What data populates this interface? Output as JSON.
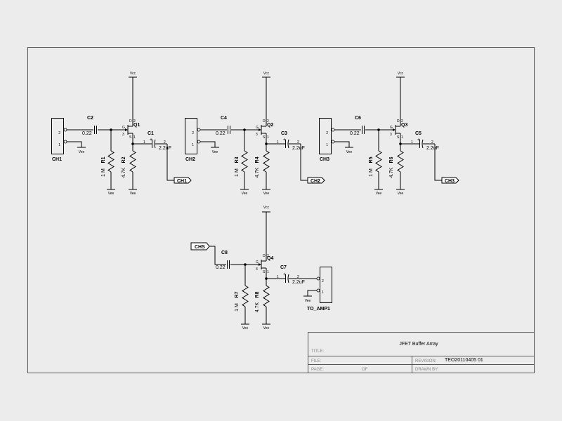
{
  "title_block": {
    "title_caption": "TITLE:",
    "title_value": "JFET Buffer Array",
    "file_caption": "FILE:",
    "revision_caption": "REVISION:",
    "revision_value": "TEO20110405 01",
    "page_caption": "PAGE:",
    "of_caption": "OF",
    "drawn_by_caption": "DRAWN BY:"
  },
  "rails": {
    "vcc": "Vcc",
    "vee": "Vee"
  },
  "pins": {
    "p1": "1",
    "p2": "2",
    "p3": "3",
    "g": "G",
    "d": "D",
    "s": "S"
  },
  "stages": [
    {
      "connector": "CH1",
      "cap_in": "C2",
      "cap_in_val": "0.22",
      "jfet": "Q1",
      "r_gate": "R1",
      "r_gate_val": "1 M",
      "r_src": "R2",
      "r_src_val": "4.7K",
      "cap_out": "C1",
      "cap_out_val": "2.2uF",
      "out_port": "CH1"
    },
    {
      "connector": "CH2",
      "cap_in": "C4",
      "cap_in_val": "0.22",
      "jfet": "Q2",
      "r_gate": "R3",
      "r_gate_val": "1 M",
      "r_src": "R4",
      "r_src_val": "4.7K",
      "cap_out": "C3",
      "cap_out_val": "2.2uF",
      "out_port": "CH2"
    },
    {
      "connector": "CH3",
      "cap_in": "C6",
      "cap_in_val": "0.22",
      "jfet": "Q3",
      "r_gate": "R5",
      "r_gate_val": "1 M",
      "r_src": "R6",
      "r_src_val": "4.7K",
      "cap_out": "C5",
      "cap_out_val": "2.2uF",
      "out_port": "CH3"
    }
  ],
  "sum_stage": {
    "in_port": "CHS",
    "cap_in": "C8",
    "cap_in_val": "0.22",
    "jfet": "Q4",
    "r_gate": "R7",
    "r_gate_val": "1 M",
    "r_src": "R8",
    "r_src_val": "4.7K",
    "cap_out": "C7",
    "cap_out_val": "2.2uF",
    "connector": "TO_AMP1"
  }
}
